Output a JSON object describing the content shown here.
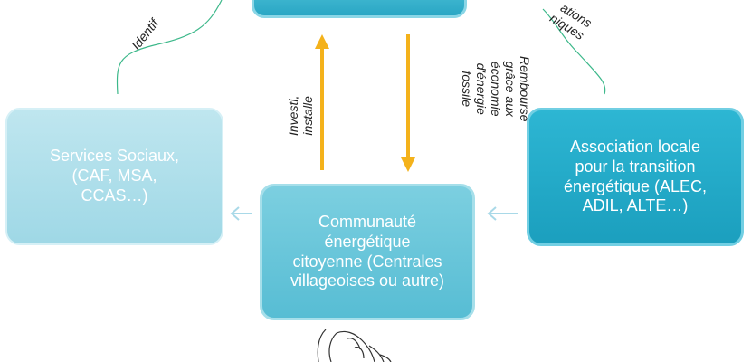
{
  "boxes": {
    "top": {
      "text": ""
    },
    "left": {
      "text": "Services Sociaux,\n(CAF, MSA,\nCCAS…)"
    },
    "center": {
      "text": "Communauté\nénergétique\ncitoyenne (Centrales\nvillageoises ou autre)"
    },
    "right": {
      "text": "Association locale\npour la transition\nénergétique (ALEC,\nADIL, ALTE…)"
    }
  },
  "labels": {
    "investi": "Investi,\ninstalle",
    "rembourse": "Rembourse\ngrâce aux\néconomie\nd'énergie\nfossile",
    "identif": "Identif",
    "techniques": "ations\nniques"
  },
  "colors": {
    "up_arrow": "#f4b21b",
    "down_arrow": "#f4b21b",
    "side_arrows": "#a9d9e8",
    "curves": "#3cb88a"
  }
}
